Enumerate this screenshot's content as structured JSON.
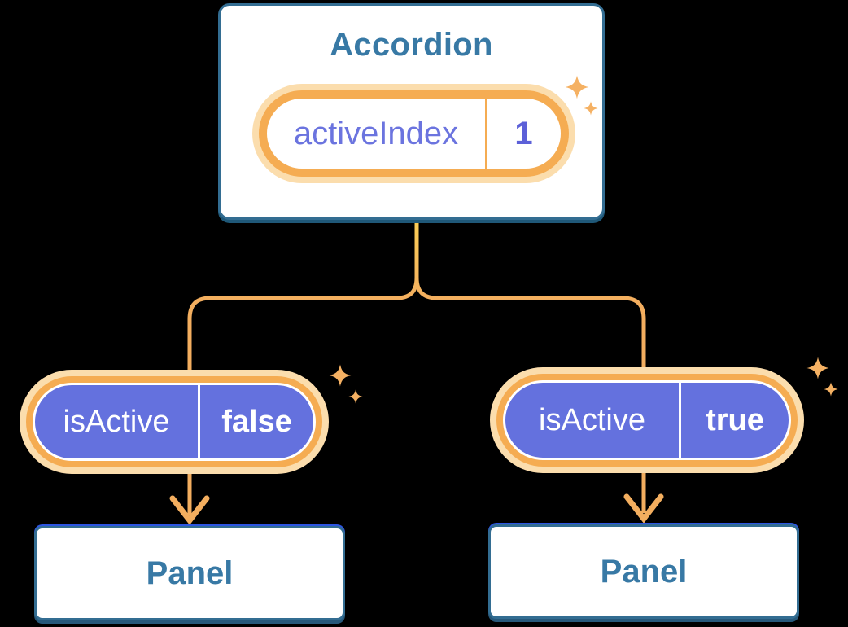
{
  "diagram": {
    "root": {
      "title": "Accordion",
      "state": {
        "name": "activeIndex",
        "value": "1"
      }
    },
    "children": [
      {
        "prop": {
          "name": "isActive",
          "value": "false"
        },
        "panel": {
          "title": "Panel"
        }
      },
      {
        "prop": {
          "name": "isActive",
          "value": "true"
        },
        "panel": {
          "title": "Panel"
        }
      }
    ]
  },
  "icons": {
    "sparkle": "sparkle-icon"
  },
  "colors": {
    "background": "#000000",
    "box_fill": "#FFFFFF",
    "box_border_blue": "#336D92",
    "box_shadow_blue": "#1F5878",
    "panel_top_highlight": "#2D55E2",
    "title_blue": "#3879A5",
    "pill_purple": "#6471DE",
    "pill_ring_orange": "#F5AC52",
    "pill_glow_peach": "#FBDDAD",
    "state_text_purple": "#6B74DF",
    "state_value_purple": "#5C60D8",
    "connector_yellow": "#FCCD55",
    "connector_orange": "#F3AE5F",
    "sparkle_orange": "#F5B163"
  }
}
